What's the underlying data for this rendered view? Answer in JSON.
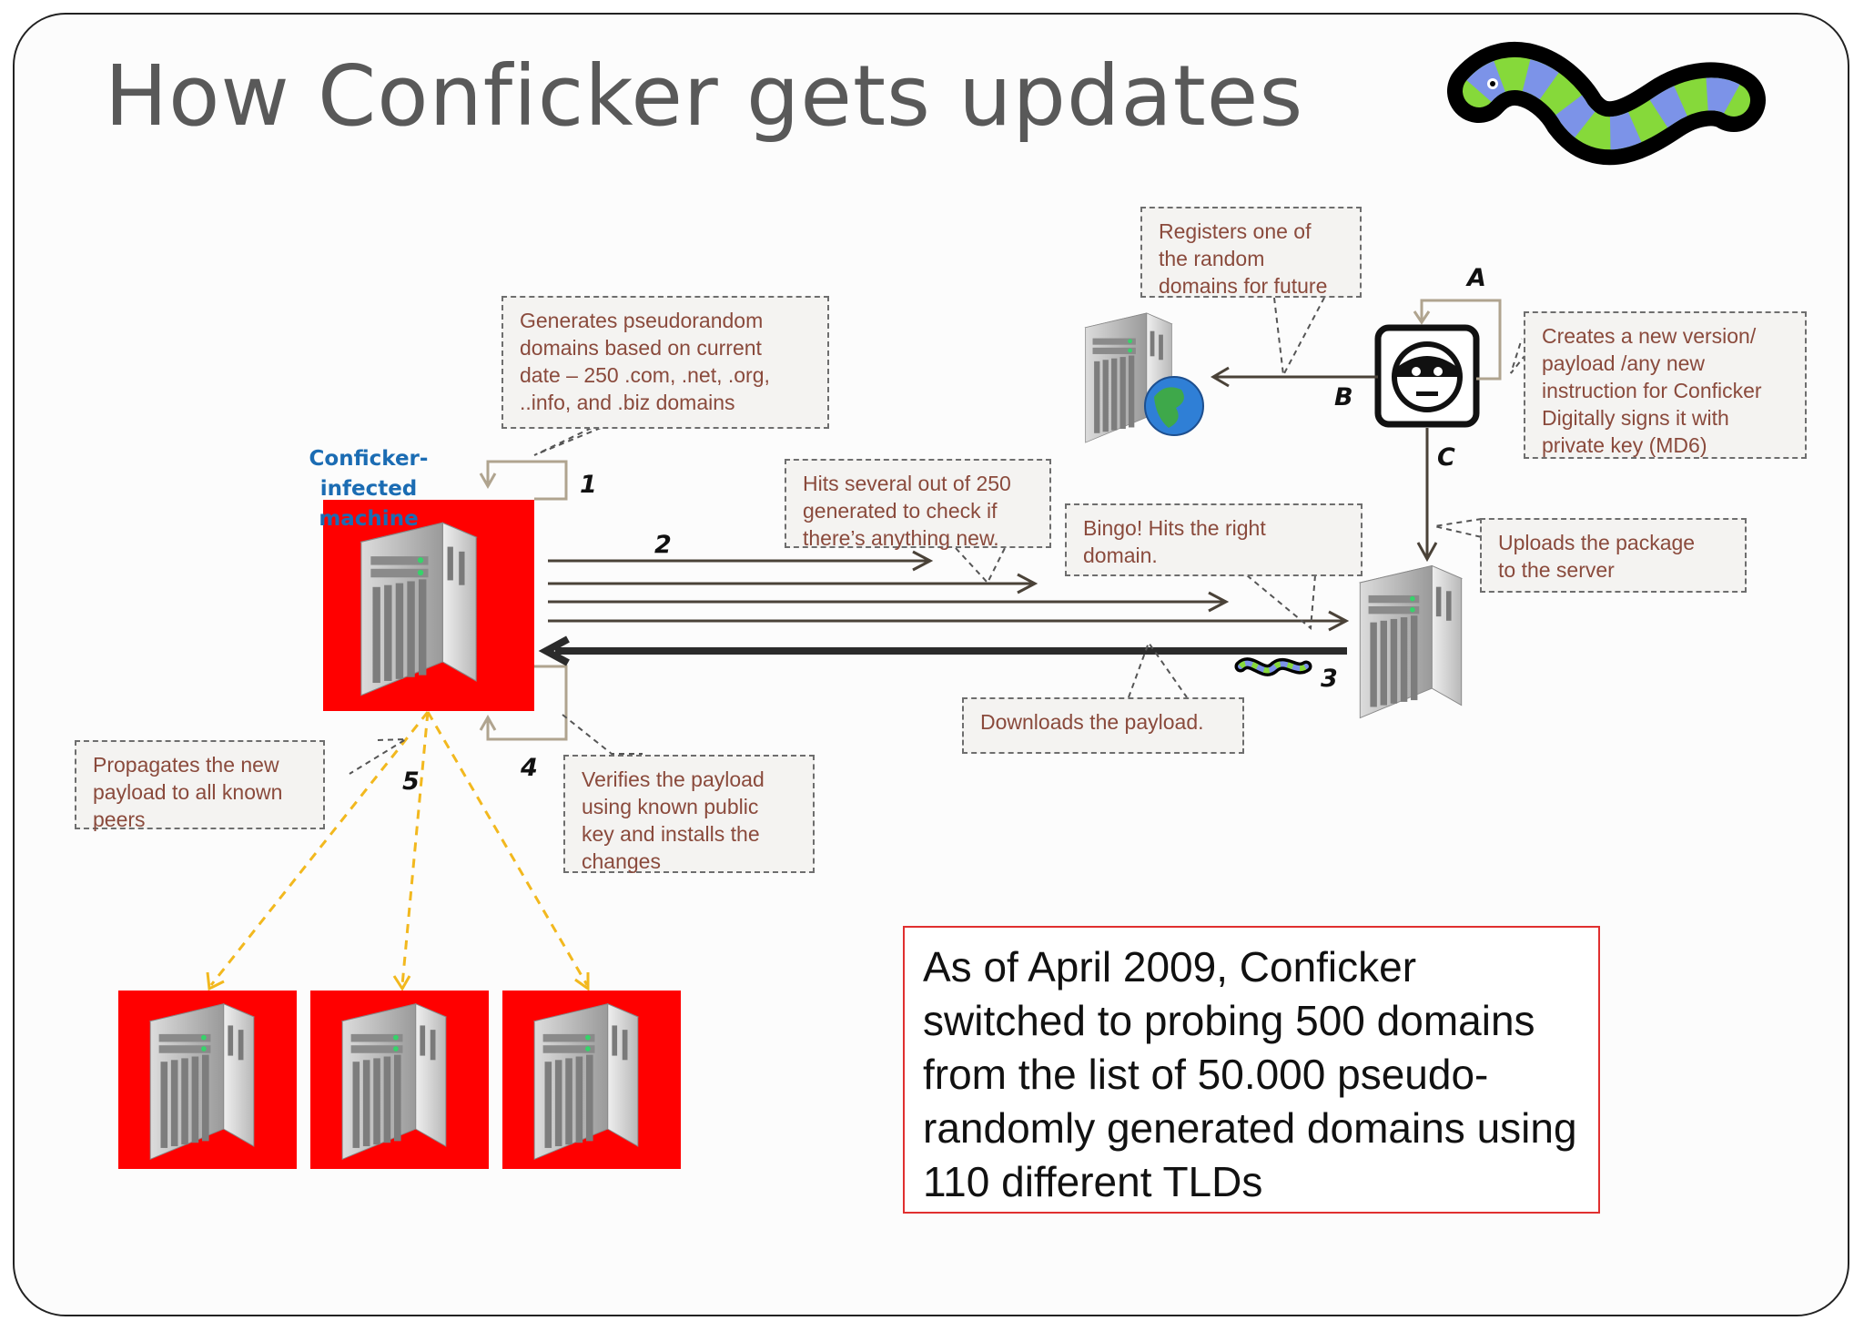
{
  "title": "How Conficker gets updates",
  "infected_label": "Conficker-infected\nmachine",
  "callouts": {
    "generate": "Generates pseudorandom\ndomains based on current\ndate – 250 .com, .net, .org,\n..info, and .biz domains",
    "hits": "Hits several out of 250\ngenerated to check if\nthere’s anything new.",
    "bingo": "Bingo! Hits the right\ndomain.",
    "registers": "Registers one of\nthe  random\ndomains for future",
    "creates": "Creates a new version/\npayload /any  new\ninstruction for  Conficker\nDigitally signs it with\nprivate key (MD6)",
    "uploads": "Uploads the package\nto the server",
    "downloads": "Downloads the payload.",
    "propagates": "Propagates the new\npayload to all known\npeers",
    "verifies": "Verifies the payload\nusing known public\nkey and installs the\nchanges"
  },
  "steps": {
    "s1": "1",
    "s2": "2",
    "s3": "3",
    "s4": "4",
    "s5": "5",
    "sA": "A",
    "sB": "B",
    "sC": "C"
  },
  "note": "As of April 2009, Conficker switched to probing 500 domains from the list of 50.000 pseudo-randomly generated domains using 110 different TLDs",
  "colors": {
    "infected": "#ff0000",
    "arrow": "#4a4238",
    "propagate_arrow": "#f2b81e",
    "callout_text": "#8a4a3c",
    "label_blue": "#1b6cb3",
    "note_border": "#e03030"
  },
  "icons": [
    "worm-icon",
    "server-icon",
    "hacker-icon",
    "globe-server-icon",
    "small-worm-icon"
  ]
}
